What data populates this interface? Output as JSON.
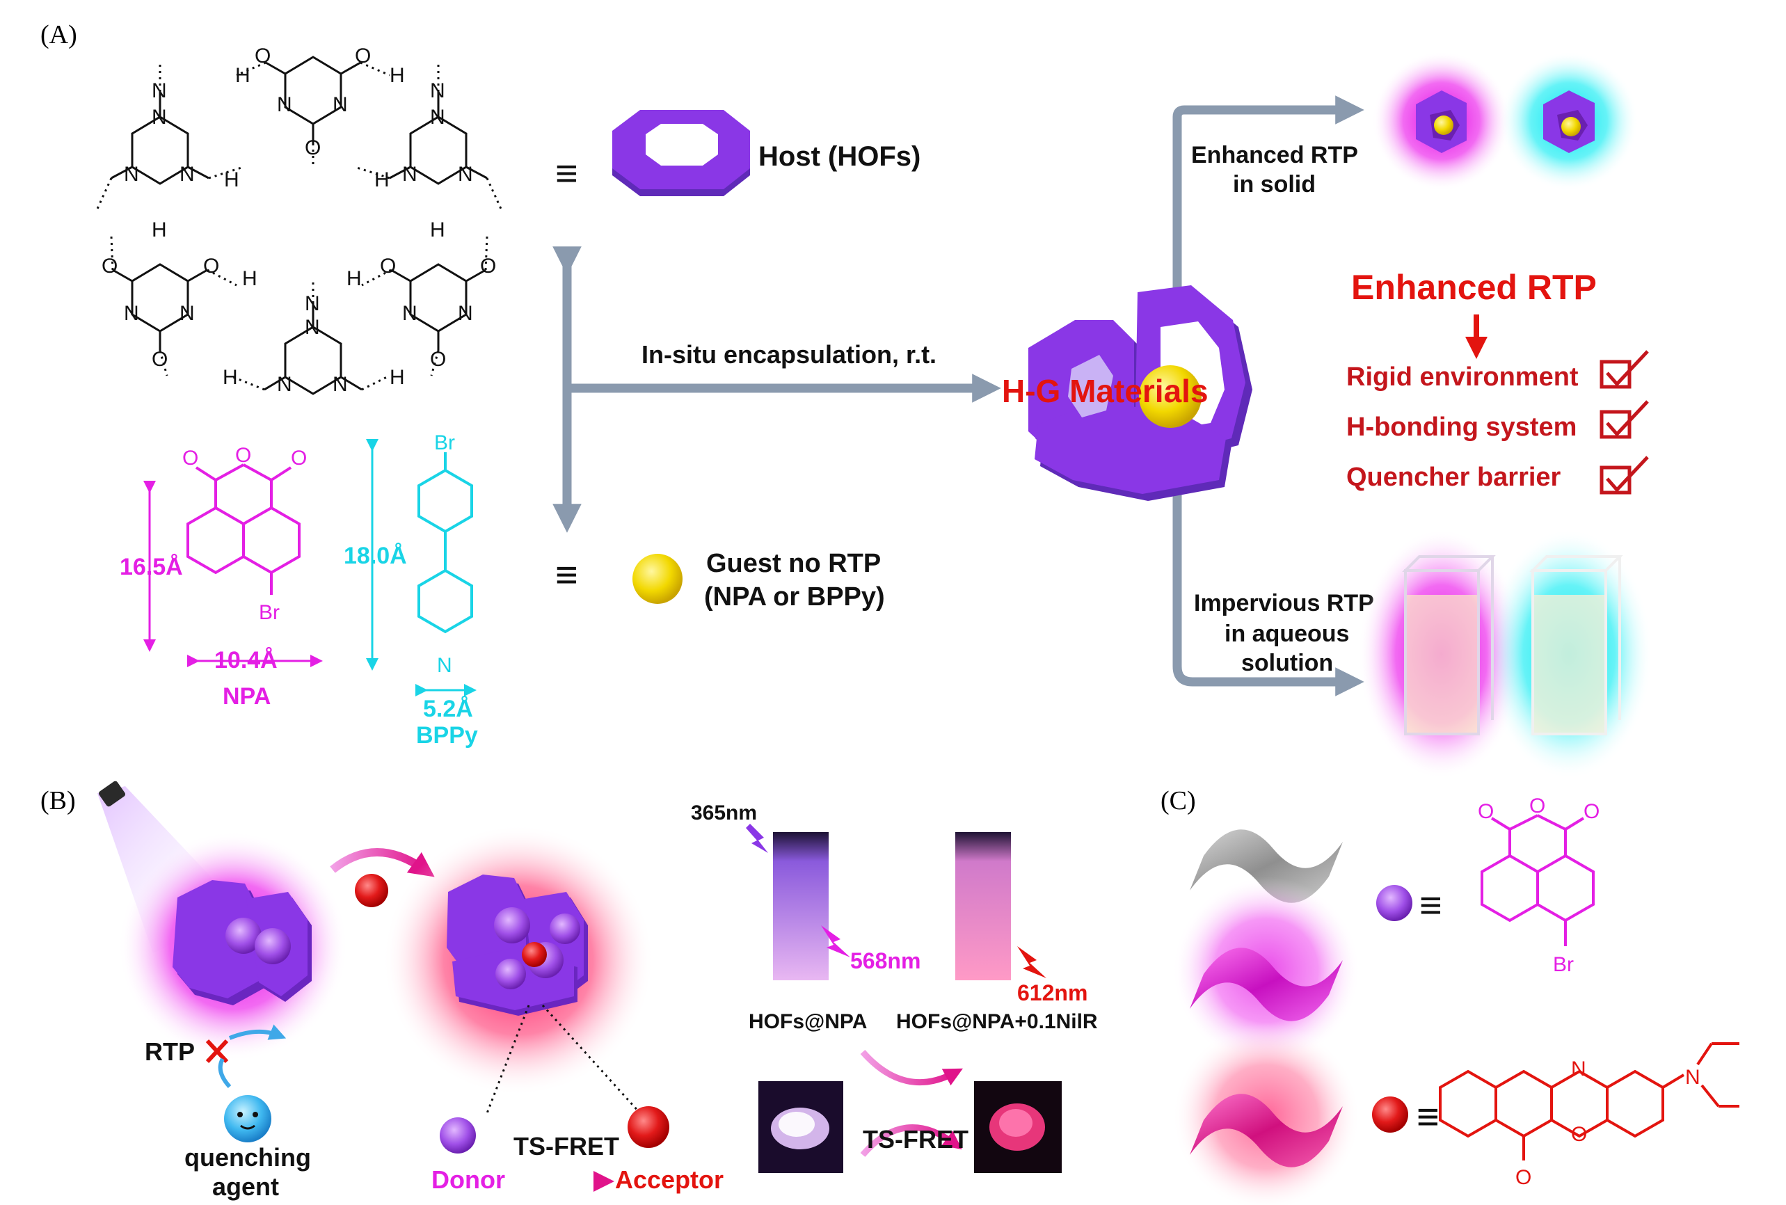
{
  "panels": {
    "a_label": "(A)",
    "b_label": "(B)",
    "c_label": "(C)"
  },
  "panel_a": {
    "equiv": "≡",
    "host_label": "Host (HOFs)",
    "guest_label_1": "Guest no RTP",
    "guest_label_2": "(NPA or BPPy)",
    "process_label": "In-situ encapsulation, r.t.",
    "hg_label": "H-G Materials",
    "enhanced_solid_1": "Enhanced RTP",
    "enhanced_solid_2": "in solid",
    "impervious_1": "Impervious RTP",
    "impervious_2": "in aqueous",
    "impervious_3": "solution",
    "enhanced_title": "Enhanced RTP",
    "reasons": [
      "Rigid environment",
      "H-bonding system",
      "Quencher barrier"
    ],
    "npa_name": "NPA",
    "npa_height": "16.5Å",
    "npa_width": "10.4Å",
    "bppy_name": "BPPy",
    "bppy_height": "18.0Å",
    "bppy_width": "5.2Å",
    "atoms": {
      "N": "N",
      "H": "H",
      "O": "O",
      "Br": "Br"
    },
    "colors": {
      "magenta": "#e41fe4",
      "cyan": "#19d4e6",
      "red": "#e3140f",
      "darkred": "#c4161c",
      "purple": "#8a37e6",
      "slate": "#8a9aae"
    }
  },
  "panel_b": {
    "rtp_label": "RTP",
    "quenching_1": "quenching",
    "quenching_2": "agent",
    "tsfret_label": "TS-FRET",
    "donor_label": "Donor",
    "acceptor_label": "Acceptor",
    "uv_label": "365nm",
    "em1": "568nm",
    "em2": "612nm",
    "vial1": "HOFs@NPA",
    "vial2": "HOFs@NPA+0.1NilR",
    "tsfret_bottom": "TS-FRET"
  },
  "panel_c": {
    "equiv": "≡",
    "br_label": "Br",
    "n_label": "N",
    "o_label": "O"
  }
}
